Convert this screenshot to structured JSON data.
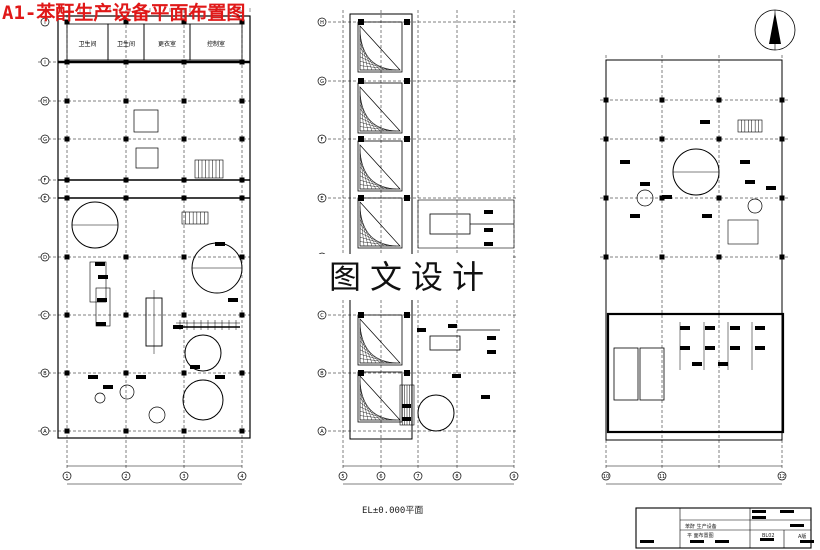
{
  "title": "A1-苯酐生产设备平面布置图",
  "watermark": "图文设计",
  "caption": "EL±0.000平面",
  "rooms": [
    "卫生间",
    "卫生间",
    "更衣室",
    "控制室"
  ],
  "title_block": {
    "line1": "苯酐 生产设备",
    "line2": "平 面布置图",
    "code": "BL02",
    "rev": "A版"
  },
  "axes": {
    "left_rows": [
      "A",
      "B",
      "C",
      "D",
      "E",
      "F",
      "G",
      "H",
      "I"
    ],
    "left_cols": [
      "1",
      "2",
      "3",
      "4"
    ],
    "mid_rows": [
      "A",
      "B",
      "C",
      "D",
      "E",
      "F",
      "G",
      "H"
    ],
    "mid_cols": [
      "5",
      "6",
      "7",
      "8",
      "9"
    ],
    "right_cols": [
      "10",
      "11",
      "12"
    ]
  },
  "colors": {
    "title": "#e01818",
    "line": "#000000"
  }
}
